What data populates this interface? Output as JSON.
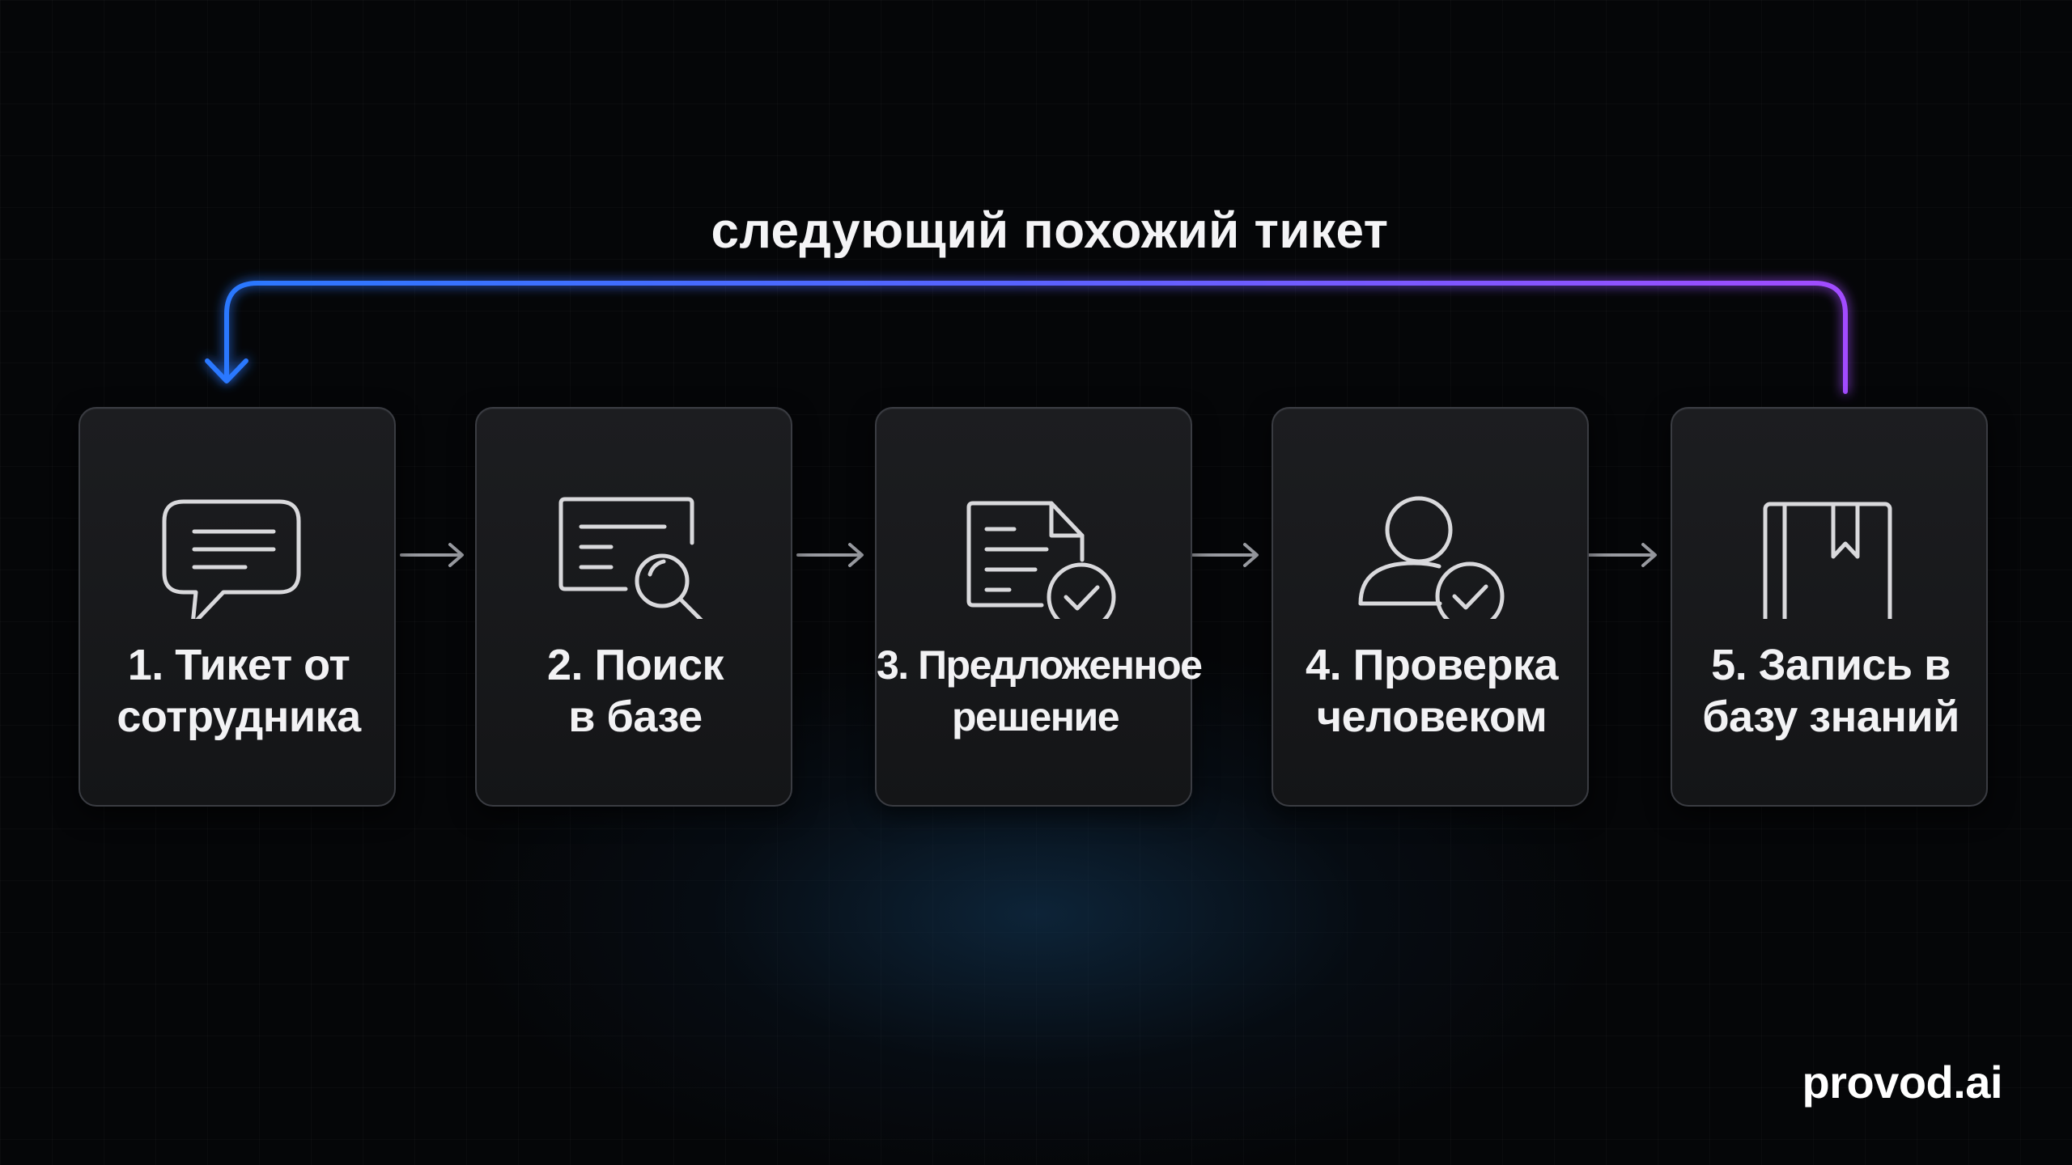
{
  "loop": {
    "label": "следующий похожий тикет"
  },
  "steps": [
    {
      "line1": "1. Тикет от",
      "line2": "сотрудника",
      "icon": "chat-bubble-icon"
    },
    {
      "line1": "2. Поиск",
      "line2": "в базе",
      "icon": "document-search-icon"
    },
    {
      "line1": "3. Предложенное",
      "line2": "решение",
      "icon": "document-check-icon"
    },
    {
      "line1": "4. Проверка",
      "line2": "человеком",
      "icon": "user-check-icon"
    },
    {
      "line1": "5. Запись в",
      "line2": "базу знаний",
      "icon": "bookmark-book-icon"
    }
  ],
  "brand": {
    "name": "provod.ai"
  },
  "colors": {
    "background": "#050608",
    "card": "#17181b",
    "card_border": "#3a3c42",
    "icon_stroke": "#d9d9dc",
    "arrow": "#9a9ca2",
    "loop_start": "#2f7bff",
    "loop_end": "#9b4dff",
    "text": "#f2f2f4"
  }
}
